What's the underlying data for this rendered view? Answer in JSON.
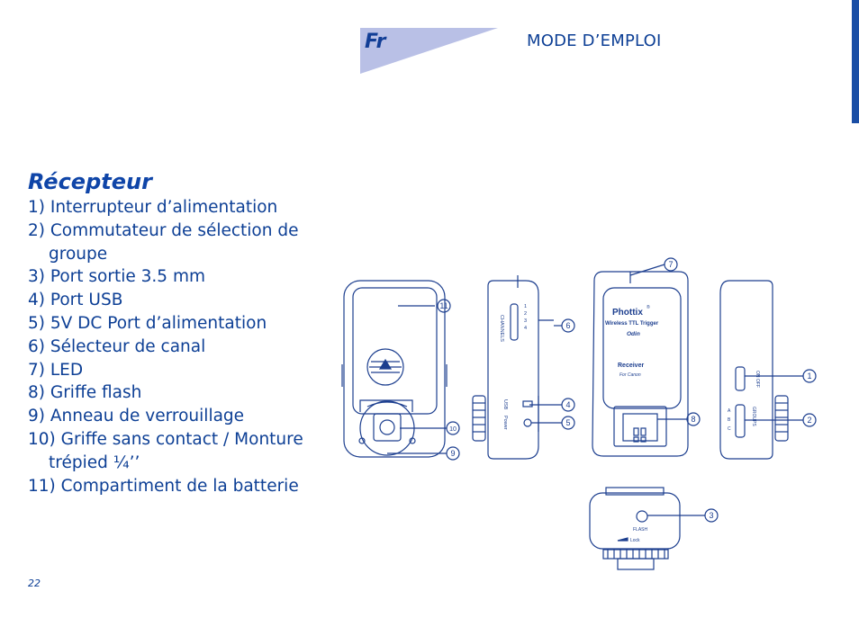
{
  "header": {
    "lang_label": "Fr",
    "title": "MODE D’EMPLOI",
    "tab_color": "#b9c0e6",
    "accent": "#1a4ea5"
  },
  "section": {
    "title": "Récepteur",
    "parts": [
      {
        "text": "1) Interrupteur d’alimentation"
      },
      {
        "text": "2) Commutateur de sélection de",
        "cont": "groupe"
      },
      {
        "text": "3) Port sortie 3.5 mm"
      },
      {
        "text": "4) Port USB"
      },
      {
        "text": "5) 5V DC Port d’alimentation"
      },
      {
        "text": "6) Sélecteur de canal"
      },
      {
        "text": "7) LED"
      },
      {
        "text": "8) Griffe flash"
      },
      {
        "text": "9) Anneau de verrouillage"
      },
      {
        "text": "10) Griffe sans contact / Monture",
        "cont": "trépied ¼’’"
      },
      {
        "text": "11) Compartiment de la batterie"
      }
    ]
  },
  "diagram": {
    "brand": "Phottix",
    "brand_mark": "®",
    "product_line": "Wireless TTL Trigger",
    "model": "Odin",
    "unit": "Receiver",
    "unit_sub": "For Canon",
    "labels": {
      "channels": "CHANNELS",
      "usb": "USB",
      "dc_power": "Power",
      "on_off": "ON OFF",
      "groups": "GROUPS",
      "flash": "FLASH",
      "lock": "Lock",
      "channel_numbers": [
        "1",
        "2",
        "3",
        "4"
      ],
      "group_letters": [
        "A",
        "B",
        "C"
      ]
    },
    "callouts": [
      "1",
      "2",
      "3",
      "4",
      "5",
      "6",
      "7",
      "8",
      "9",
      "10",
      "11"
    ]
  },
  "footer": {
    "page_number": "22"
  }
}
